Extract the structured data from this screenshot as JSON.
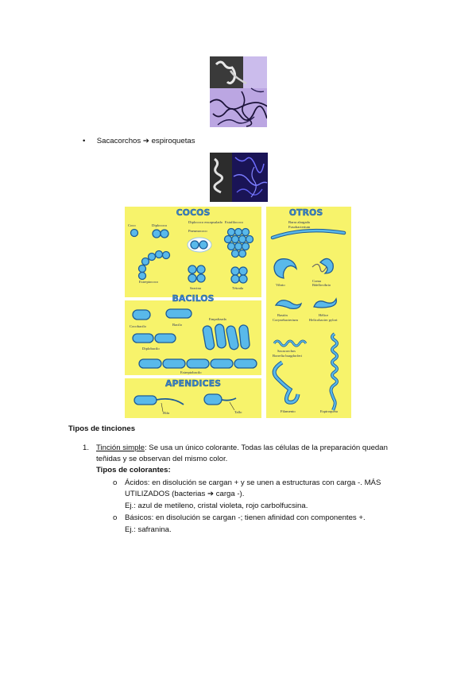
{
  "bullet_spirochetes": {
    "bullet": "•",
    "prefix": "Sacacorchos",
    "arrow": "➔",
    "suffix": "espiroquetas"
  },
  "figure": {
    "sections": {
      "cocos": "COCOS",
      "otros": "OTROS",
      "bacilos": "BACILOS",
      "apendices": "APENDICES"
    },
    "labels": {
      "coco": "Coco",
      "diplococo": "Diplococo",
      "diplococo_encapsulado": "Diplococo encapsulado",
      "pneumococo": "Pneumococo",
      "estafilococo": "Estafilococo",
      "estreptococo": "Estreptococo",
      "sarcina": "Sarcina",
      "tetrada": "Tétrada",
      "barra_alargada": "Barra alargada",
      "fusobacterium": "Fusobacterium",
      "vibrio": "Vibrio",
      "coma": "Coma",
      "bdellovibrio": "Bdellovibrio",
      "cocobacilo": "Cocobacilo",
      "bacilo": "Bacilo",
      "empalizada": "Empalizada",
      "diplobacilo": "Diplobacilo",
      "estreptobacilo": "Estreptobacilo",
      "bastón": "Bastón",
      "corynebacterium": "Corynebacterium",
      "helice": "Hélice",
      "helicobacter": "Helicobacter pylori",
      "sacacorchos": "Sacacorchos",
      "borrelia": "Borrelia burgdorferi",
      "filamento": "Filamento",
      "espiroqueta": "Espiroqueta",
      "hifa": "Hifa",
      "tallo": "Tallo"
    }
  },
  "section_title": "Tipos de tinciones",
  "list": {
    "number": "1.",
    "term": "Tinción simple",
    "line1_rest": ": Se usa un único colorante. Todas las células de la preparación quedan",
    "line2": "teñidas y se observan del mismo color.",
    "subheading": "Tipos de colorantes:",
    "sub_bullet": "o",
    "acidos_line1": "Ácidos: en disolución se cargan + y se unen a estructuras con carga -. MÁS",
    "acidos_line2_a": "UTILIZADOS (bacterias",
    "acidos_arrow": "➔",
    "acidos_line2_b": "carga -).",
    "acidos_example": "Ej.: azul de metileno, cristal violeta, rojo carbolfucsina.",
    "basicos_line1": "Básicos: en disolución se cargan -; tienen afinidad con componentes +.",
    "basicos_example": "Ej.: safranina."
  },
  "colors": {
    "panel_yellow": "#f7f36b",
    "header_blue": "#3b87c9",
    "cell_blue": "#59b9ea",
    "micro_purple": "#b8a2e0",
    "micro_dark": "#20145e"
  }
}
